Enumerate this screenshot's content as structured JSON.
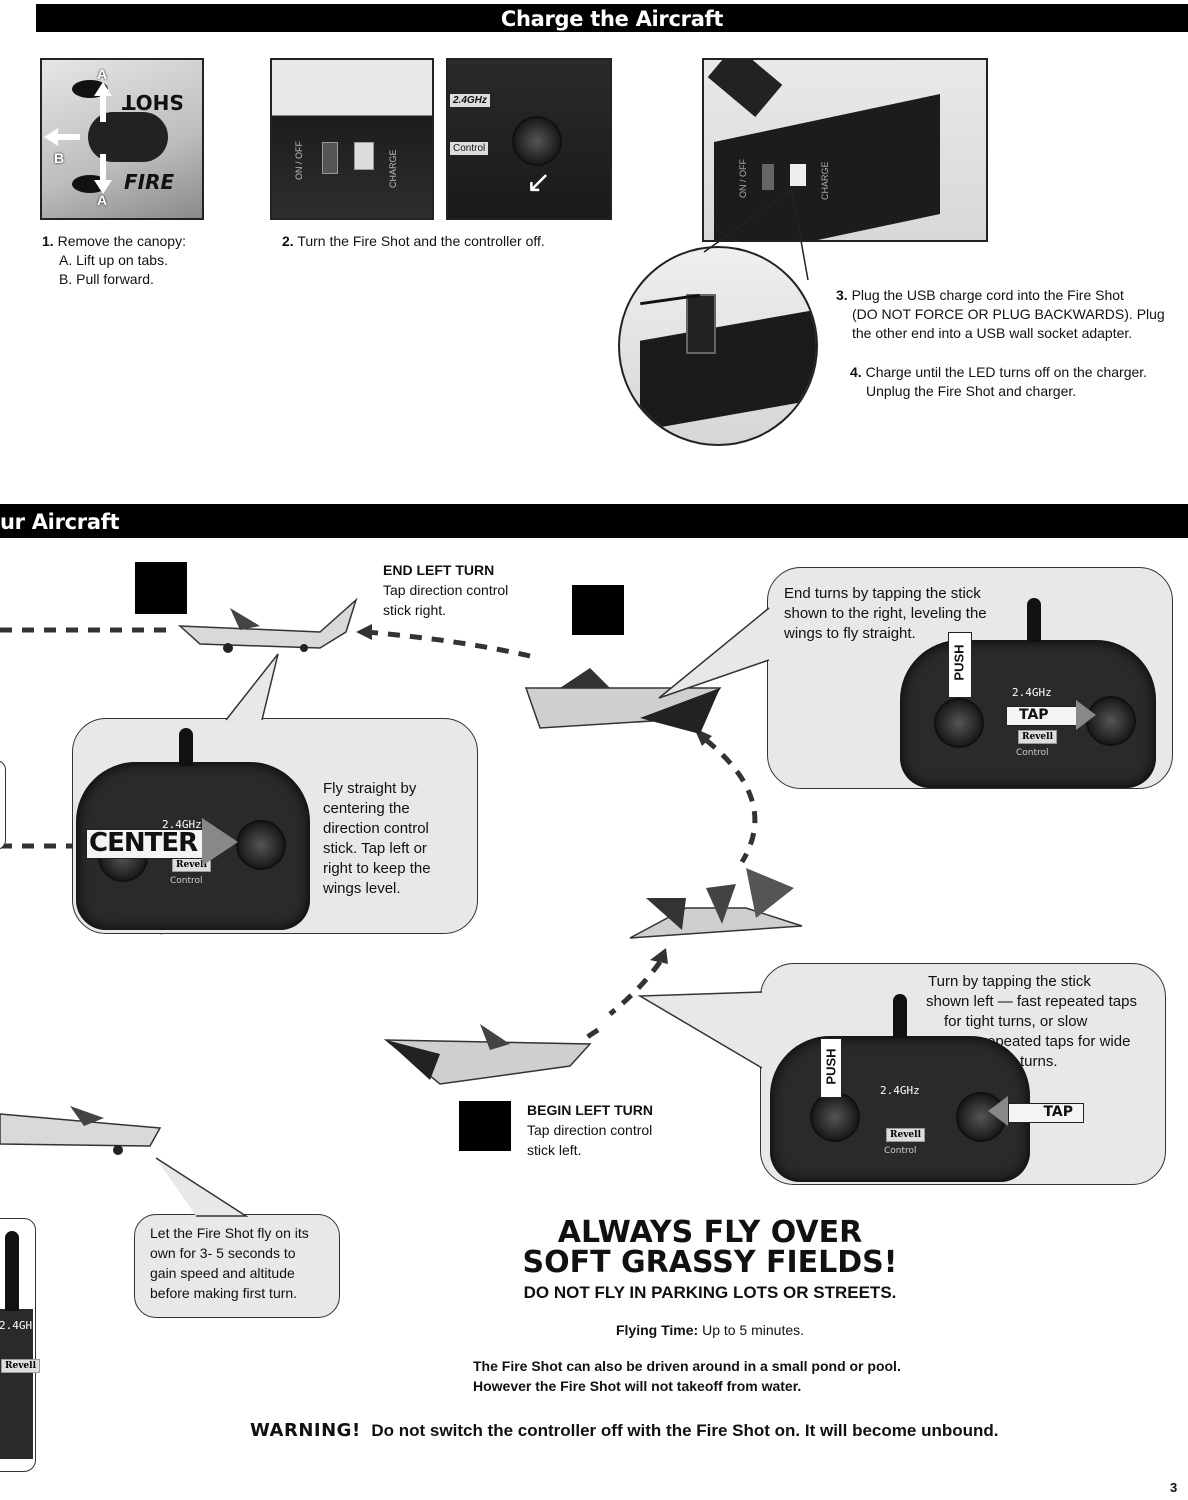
{
  "charge_section": {
    "title": "Charge the Aircraft",
    "step1": {
      "num": "1.",
      "text": "Remove the canopy:",
      "a": "A. Lift up on tabs.",
      "b": "B. Pull forward."
    },
    "step1_photo": {
      "tab_a": "A",
      "tab_b": "B",
      "decal_top": "SHOT",
      "decal_bottom": "FIRE"
    },
    "step2": {
      "num": "2.",
      "text": "Turn the Fire Shot and the controller off."
    },
    "step2_photo": {
      "switch_label": "ON / OFF",
      "charge_label": "CHARGE",
      "freq": "2.4GHz",
      "brand": "Control"
    },
    "step3": {
      "num": "3.",
      "line1": "Plug the USB charge cord into the Fire Shot",
      "line2": "(DO NOT FORCE OR PLUG BACKWARDS). Plug",
      "line3": "the other end into a USB wall socket adapter."
    },
    "step4": {
      "num": "4.",
      "line1": "Charge until the LED turns off on the charger.",
      "line2": "Unplug the Fire Shot and charger."
    }
  },
  "fly_section": {
    "title": "ur Aircraft",
    "end_left_turn": {
      "title": "END LEFT TURN",
      "line1": "Tap direction control",
      "line2": "stick right."
    },
    "end_turns_bubble": {
      "line1": "End turns by tapping the stick",
      "line2": "shown to the right, leveling the",
      "line3": "wings to fly straight.",
      "push": "PUSH",
      "tap": "TAP"
    },
    "fly_straight_bubble": {
      "line1": "Fly straight by",
      "line2": "centering the",
      "line3": "direction control",
      "line4": "stick. Tap left or",
      "line5": "right to keep the",
      "line6": "wings level.",
      "center": "CENTER"
    },
    "turn_bubble": {
      "line1": "Turn by tapping the stick",
      "line2": "shown left — fast repeated taps",
      "line3": "for tight turns, or slow",
      "line4": "repeated taps for wide",
      "line5": "turns.",
      "push": "PUSH",
      "tap": "TAP"
    },
    "begin_left_turn": {
      "title": "BEGIN LEFT TURN",
      "line1": "Tap direction control",
      "line2": "stick left."
    },
    "launch_bubble": {
      "line1": "Let the Fire Shot fly on its",
      "line2": "own for 3- 5 seconds to",
      "line3": "gain speed and altitude",
      "line4": "before making first turn."
    },
    "controller": {
      "freq": "2.4GHz",
      "brand": "Revell",
      "sub": "Control"
    }
  },
  "safety": {
    "headline1": "ALWAYS FLY OVER",
    "headline2": "SOFT GRASSY FIELDS!",
    "sub": "DO NOT FLY IN PARKING LOTS OR STREETS.",
    "flying_time_label": "Flying Time:",
    "flying_time_value": "Up to 5 minutes.",
    "water1": "The Fire Shot can also be driven around in a small pond or pool.",
    "water2": "However the Fire Shot will not takeoff from water.",
    "warning_label": "WARNING!",
    "warning_text": "Do not switch the controller off with the Fire Shot on. It will become unbound."
  },
  "page_number": "3"
}
